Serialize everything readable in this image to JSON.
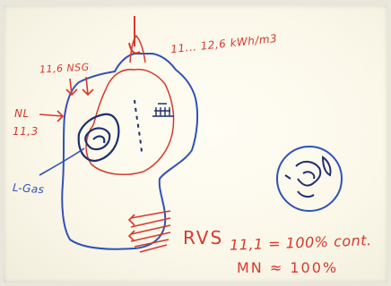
{
  "labels": {
    "range": "11... 12,6 kWh/m3",
    "nsg": "11,6 NSG",
    "nl_name": "NL",
    "nl_value": "11,3",
    "lgas": "L-Gas",
    "rvs": "RVS",
    "equation": "11,1 = 100% cont.",
    "mn": "MN ≈ 100%"
  },
  "colors": {
    "red_marker": "#d9382c",
    "blue_marker": "#2f52b8",
    "dark_marker": "#1e2f6e",
    "paper": "#fbf8ea"
  },
  "icons": {
    "globe": "globe-icon"
  }
}
